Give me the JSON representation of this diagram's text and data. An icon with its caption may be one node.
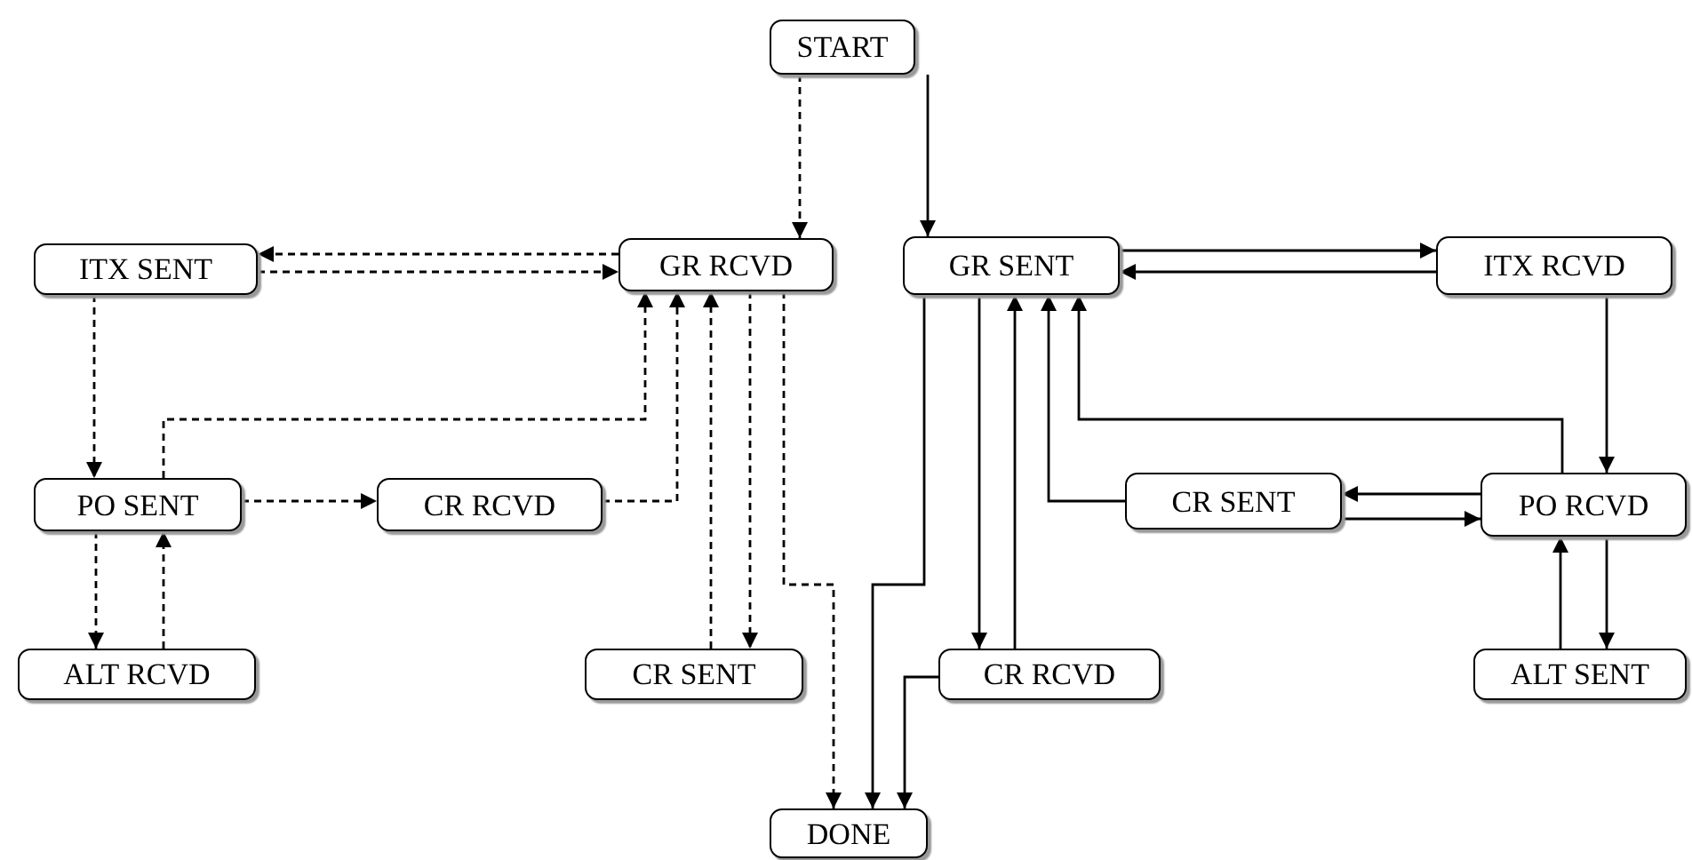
{
  "diagram": {
    "nodes": [
      {
        "text": [
          "START"
        ]
      },
      {
        "text": [
          "ITX SENT"
        ]
      },
      {
        "text": [
          "GR RCVD"
        ]
      },
      {
        "text": [
          "GR SENT"
        ]
      },
      {
        "text": [
          "ITX RCVD"
        ]
      },
      {
        "text": [
          "PO SENT"
        ]
      },
      {
        "text": [
          "CR RCVD"
        ]
      },
      {
        "text": [
          "CR SENT"
        ]
      },
      {
        "text": [
          "PO RCVD"
        ]
      },
      {
        "text": [
          "ALT RCVD"
        ]
      },
      {
        "text": [
          "CR SENT"
        ]
      },
      {
        "text": [
          "CR RCVD"
        ]
      },
      {
        "text": [
          "ALT SENT"
        ]
      },
      {
        "text": [
          "DONE"
        ]
      }
    ],
    "edges": [
      {
        "from": 0,
        "to": 2,
        "arrow": "to",
        "style": "dashed"
      },
      {
        "from": 2,
        "to": 1,
        "arrow": "to",
        "style": "dashed"
      },
      {
        "from": 1,
        "to": 2,
        "arrow": "to",
        "style": "dashed"
      },
      {
        "from": 1,
        "to": 5,
        "arrow": "to",
        "style": "dashed"
      },
      {
        "from": 5,
        "to": 2,
        "arrow": "to",
        "style": "dashed"
      },
      {
        "from": 5,
        "to": 6,
        "arrow": "to",
        "style": "dashed"
      },
      {
        "from": 6,
        "to": 2,
        "arrow": "to",
        "style": "dashed"
      },
      {
        "from": 10,
        "to": 2,
        "arrow": "to",
        "style": "dashed"
      },
      {
        "from": 2,
        "to": 10,
        "arrow": "to",
        "style": "dashed"
      },
      {
        "from": 2,
        "to": 13,
        "arrow": "to",
        "style": "dashed"
      },
      {
        "from": 5,
        "to": 9,
        "arrow": "to",
        "style": "dashed"
      },
      {
        "from": 9,
        "to": 5,
        "arrow": "to",
        "style": "dashed"
      },
      {
        "from": 0,
        "to": 3,
        "arrow": "to"
      },
      {
        "from": 3,
        "to": 4,
        "arrow": "to"
      },
      {
        "from": 4,
        "to": 3,
        "arrow": "to"
      },
      {
        "from": 4,
        "to": 8,
        "arrow": "to"
      },
      {
        "from": 8,
        "to": 3,
        "arrow": "to"
      },
      {
        "from": 7,
        "to": 3,
        "arrow": "to"
      },
      {
        "from": 3,
        "to": 13,
        "arrow": "to"
      },
      {
        "from": 3,
        "to": 11,
        "arrow": "to"
      },
      {
        "from": 11,
        "to": 3,
        "arrow": "to"
      },
      {
        "from": 11,
        "to": 13,
        "arrow": "to"
      },
      {
        "from": 8,
        "to": 7,
        "arrow": "to"
      },
      {
        "from": 7,
        "to": 8,
        "arrow": "to"
      },
      {
        "from": 12,
        "to": 8,
        "arrow": "to"
      },
      {
        "from": 8,
        "to": 12,
        "arrow": "to"
      }
    ]
  }
}
